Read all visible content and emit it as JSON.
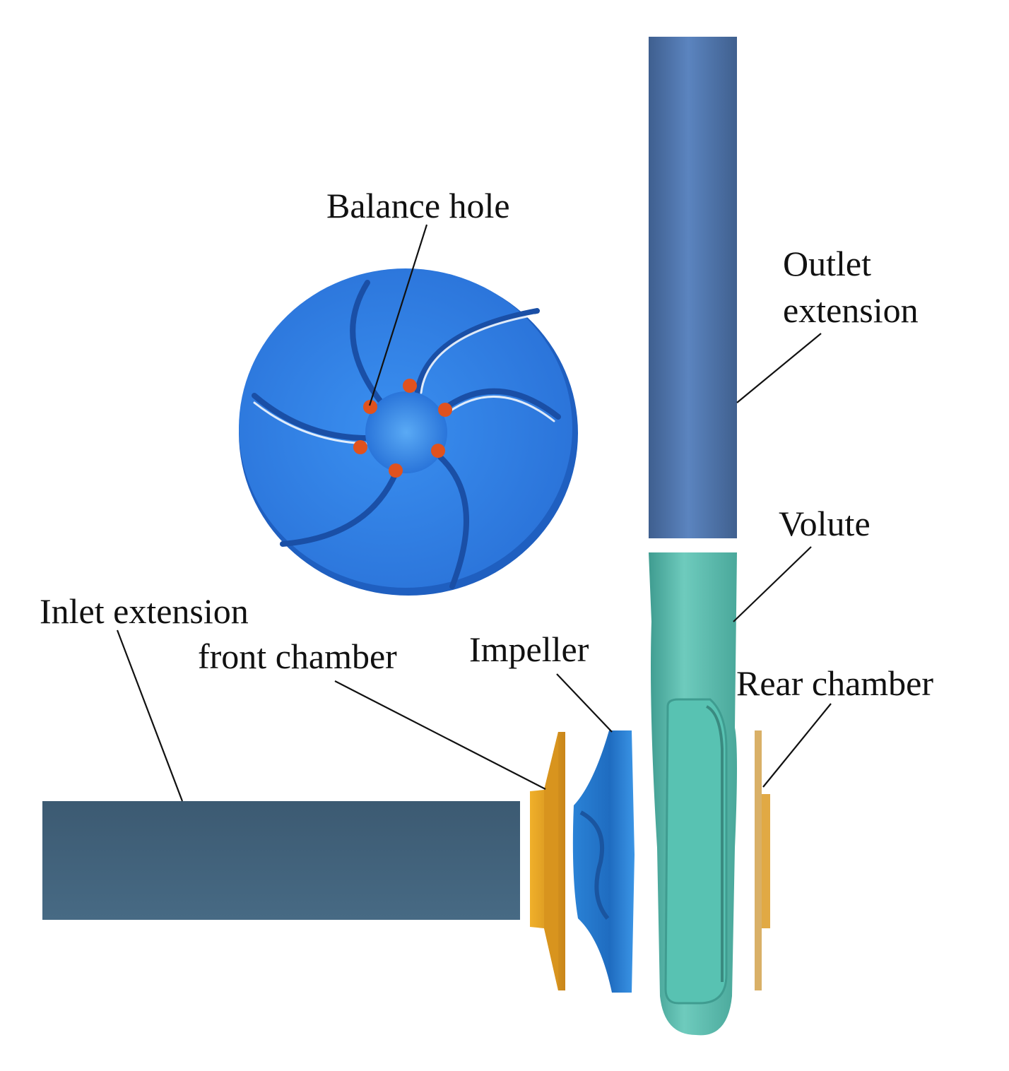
{
  "labels": {
    "balance_hole": "Balance hole",
    "outlet_extension_line1": "Outlet",
    "outlet_extension_line2": "extension",
    "volute": "Volute",
    "inlet_extension": "Inlet extension",
    "front_chamber": "front chamber",
    "impeller": "Impeller",
    "rear_chamber": "Rear chamber"
  },
  "colors": {
    "pipe_dark": "#3f5f7a",
    "pipe_mid": "#4f74a8",
    "volute": "#5fbfb0",
    "volute_dark": "#3f9c90",
    "impeller_blue": "#2f7de0",
    "impeller_dark": "#1f5cb8",
    "chamber_orange": "#e6a21e",
    "chamber_tan": "#d9b067",
    "balance_hole": "#e0521e"
  }
}
